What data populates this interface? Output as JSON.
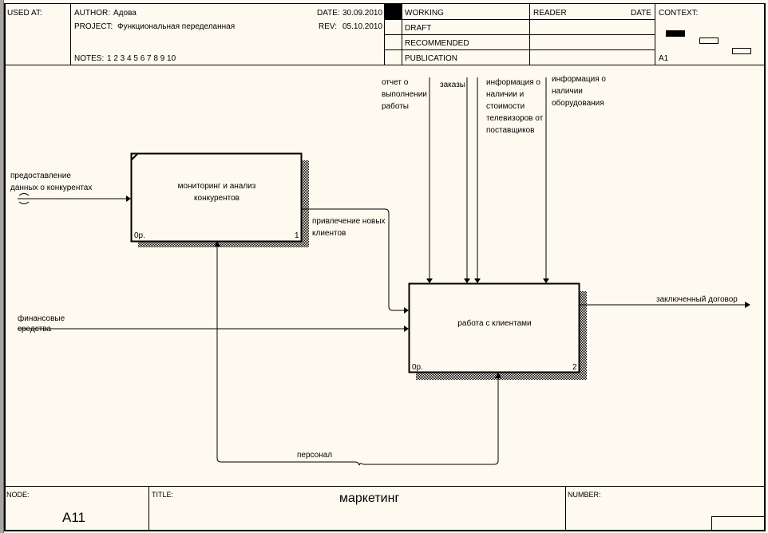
{
  "header": {
    "used_at_label": "USED AT:",
    "author_label": "AUTHOR:",
    "author": "Адова",
    "project_label": "PROJECT:",
    "project": "Функциональная переделанная",
    "date_label": "DATE:",
    "date": "30.09.2010",
    "rev_label": "REV:",
    "rev": "05.10.2010",
    "notes_label": "NOTES:",
    "notes": "1  2  3  4  5  6  7  8  9  10",
    "status": [
      {
        "label": "WORKING",
        "selected": true
      },
      {
        "label": "DRAFT",
        "selected": false
      },
      {
        "label": "RECOMMENDED",
        "selected": false
      },
      {
        "label": "PUBLICATION",
        "selected": false
      }
    ],
    "reader_label": "READER",
    "reader_date_label": "DATE",
    "context_label": "CONTEXT:",
    "context_node": "A1"
  },
  "diagram": {
    "boxes": [
      {
        "id": 1,
        "label_line1": "мониторинг и анализ",
        "label_line2": "конкурентов",
        "cost": "0р.",
        "number": "1"
      },
      {
        "id": 2,
        "label_line1": "работа с клиентами",
        "label_line2": "",
        "cost": "0р.",
        "number": "2"
      }
    ],
    "arrows": {
      "input_competitor_data": "предоставление\nданных о конкурентах",
      "input_finance": "финансовые\nсредства",
      "control_report": "отчет о\nвыполнении\nработы",
      "control_orders": "заказы",
      "control_tv_info": "информация о\nналичии и\nстоимости\nтелевизоров от\nпоставщиков",
      "control_equipment": "информация о\nналичии\nоборудования",
      "flow_new_clients": "привлечение новых\nклиентов",
      "output_contract": "заключенный договор",
      "mechanism_staff": "персонал"
    }
  },
  "footer": {
    "node_label": "NODE:",
    "node": "A11",
    "title_label": "TITLE:",
    "title": "маркетинг",
    "number_label": "NUMBER:"
  }
}
